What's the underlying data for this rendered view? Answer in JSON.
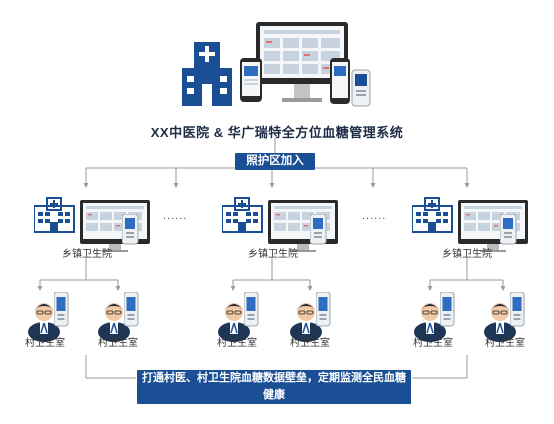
{
  "title": "XX中医院 & 华广瑞特全方位血糖管理系统",
  "banner": "照护区加入",
  "township_label": "乡镇卫生院",
  "village_label": "村卫生室",
  "ellipsis": "......",
  "bottom_text": "打通村医、村卫生院血糖数据壁垒，定期监测全民血糖健康",
  "colors": {
    "primary": "#1b4f95",
    "line": "#9a9a9a"
  },
  "icons": [
    "hospital-icon",
    "desktop-monitor-icon",
    "glucose-meter-icon",
    "doctor-avatar-icon"
  ]
}
